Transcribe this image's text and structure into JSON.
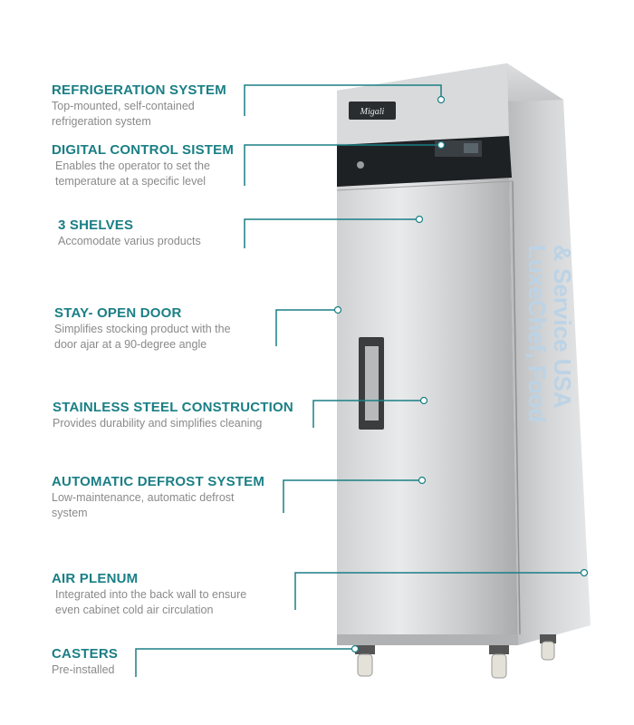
{
  "features": [
    {
      "title": "REFRIGERATION SYSTEM",
      "desc": [
        "Top-mounted, self-contained",
        "refrigeration system"
      ]
    },
    {
      "title": "DIGITAL CONTROL SISTEM",
      "desc": [
        "Enables the operator to set the",
        "temperature at a specific level"
      ]
    },
    {
      "title": "3 SHELVES",
      "desc": [
        "Accomodate varius products"
      ]
    },
    {
      "title": "STAY- OPEN DOOR",
      "desc": [
        "Simplifies stocking product with the",
        "door ajar at a 90-degree angle"
      ]
    },
    {
      "title": "STAINLESS STEEL CONSTRUCTION",
      "desc": [
        "Provides  durability and simplifies cleaning"
      ]
    },
    {
      "title": "AUTOMATIC DEFROST SYSTEM",
      "desc": [
        "Low-maintenance, automatic defrost",
        "system"
      ]
    },
    {
      "title": "AIR PLENUM",
      "desc": [
        "Integrated into the back wall to ensure",
        "even cabinet cold air circulation"
      ]
    },
    {
      "title": "CASTERS",
      "desc": [
        "Pre-installed"
      ]
    }
  ],
  "brand_logo": "Migali",
  "watermark": [
    "LuxeChef, Food",
    "& Service USA"
  ],
  "colors": {
    "accent": "#1a7f85",
    "desc": "#8a8a8a",
    "watermark": "#bcd3e6"
  }
}
